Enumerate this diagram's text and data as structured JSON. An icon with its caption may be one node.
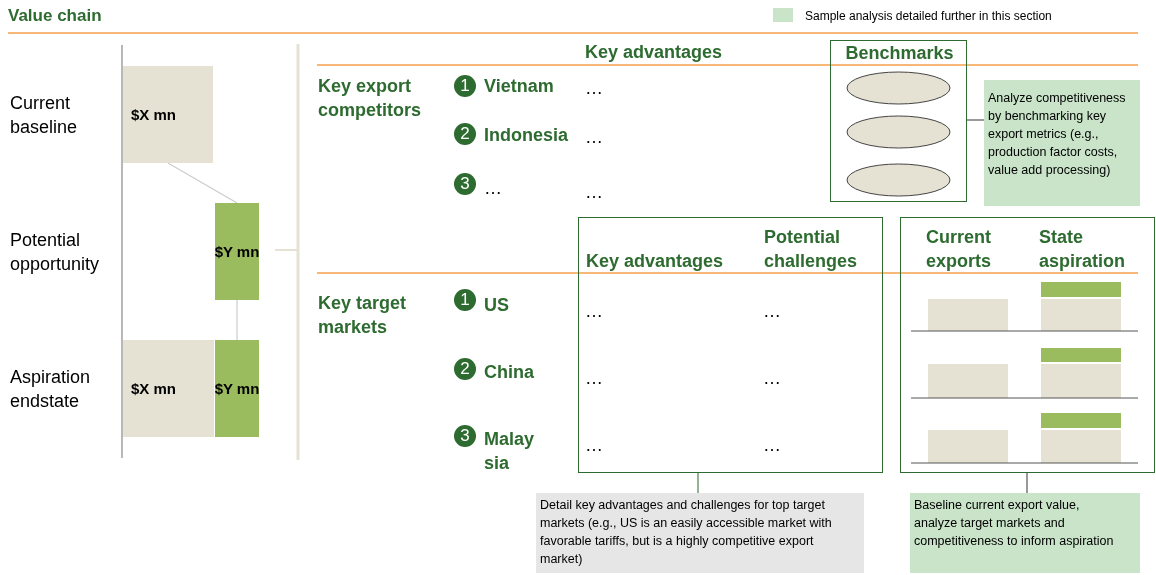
{
  "diagram": {
    "title": "Value chain",
    "nodes": [
      {
        "text": [
          "Benchmarks"
        ]
      },
      {
        "text": [],
        "shape": "ellipse",
        "in": 0
      },
      {
        "text": [],
        "shape": "ellipse",
        "in": 0
      },
      {
        "text": [],
        "shape": "ellipse",
        "in": 0
      },
      {
        "text": [
          "Analyze competitiveness by benchmarking key export metrics (e.g., production factor costs, value add processing)"
        ]
      },
      {
        "text": [
          "Key advantages",
          "Potential challenges"
        ]
      },
      {
        "text": [
          "Current exports",
          "State aspiration"
        ]
      },
      {
        "text": [
          "Detail key advantages and challenges for top target markets (e.g., US is an easily accessible market with favorable tariffs, but is a highly competitive export market)"
        ]
      },
      {
        "text": [
          "Baseline current export value, analyze target markets and competitiveness to inform aspiration"
        ]
      },
      {
        "text": [
          "$X mn"
        ]
      },
      {
        "text": [
          "$Y mn"
        ]
      },
      {
        "text": [
          "$X mn"
        ]
      },
      {
        "text": [
          "$Y mn"
        ]
      },
      {
        "text": [
          "1"
        ]
      },
      {
        "text": [
          "2"
        ]
      },
      {
        "text": [
          "3"
        ]
      },
      {
        "text": [
          "1"
        ]
      },
      {
        "text": [
          "2"
        ]
      },
      {
        "text": [
          "3"
        ]
      }
    ],
    "edges": [
      {
        "from": 0,
        "to": 4,
        "arrow": "none"
      },
      {
        "from": 5,
        "to": 7,
        "arrow": "none",
        "color": "#4f7f50"
      },
      {
        "from": 6,
        "to": 8,
        "arrow": "none"
      },
      {
        "from": 9,
        "to": 10,
        "arrow": "none",
        "color": "#cccccc"
      },
      {
        "from": 10,
        "to": 12,
        "arrow": "none",
        "color": "#cccccc"
      }
    ],
    "labels": [
      "Key advantages",
      "Current baseline",
      "Key export competitors",
      "Vietnam",
      "…",
      "Indonesia",
      "…",
      "…",
      "…",
      "Potential opportunity",
      "Key target markets",
      "US",
      "…",
      "…",
      "Aspiration endstate",
      "China",
      "…",
      "…",
      "Malay sia",
      "…",
      "…"
    ],
    "legend": [
      {
        "text": "Sample analysis detailed further in this section",
        "color": "#c9e4c9"
      }
    ]
  }
}
